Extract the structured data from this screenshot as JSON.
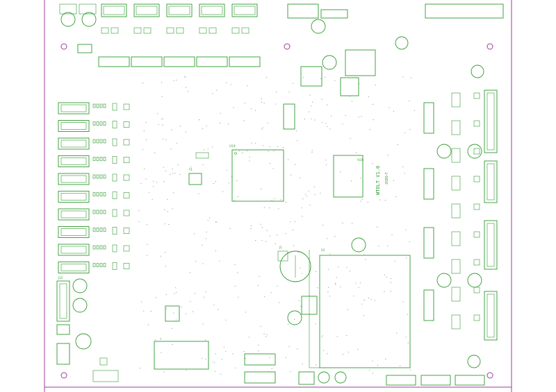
{
  "board": {
    "marking": "WTOLT V1.0",
    "date": "2020-7",
    "silk_color": "#2e9a2e",
    "outline_color": "#9b3c9b"
  },
  "labels": {
    "chip_mid": "U13",
    "chip_right": "U18",
    "chip_big": "U1",
    "crystal": "Y1",
    "power_jack": "J1",
    "header_left": "J15"
  }
}
